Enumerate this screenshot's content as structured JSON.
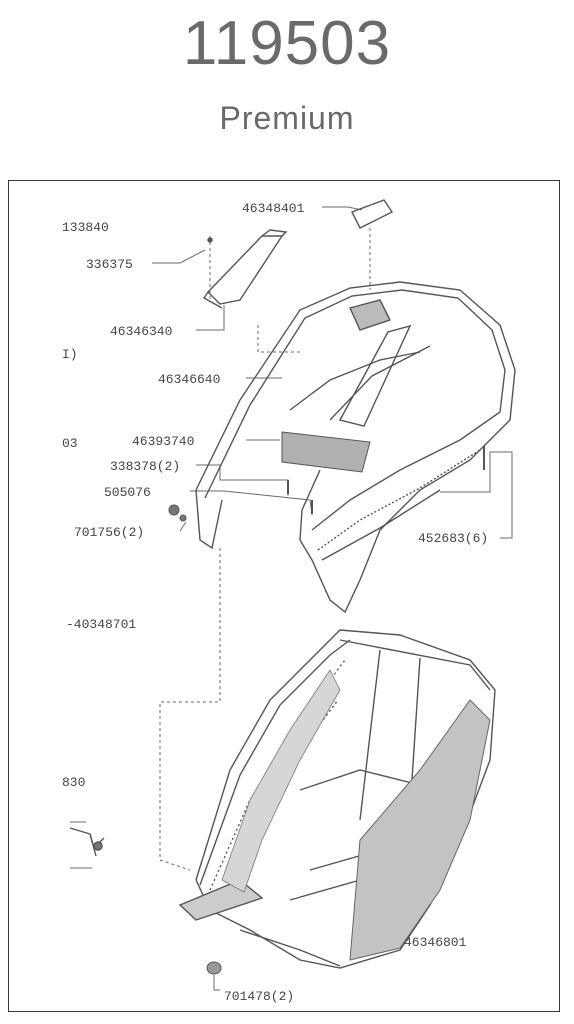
{
  "header": {
    "model_number": "119503",
    "variant": "Premium"
  },
  "left_refs": [
    "133840",
    "I)",
    "03",
    "830"
  ],
  "parts": [
    {
      "id": "p1",
      "number": "46348401"
    },
    {
      "id": "p2",
      "number": "336375"
    },
    {
      "id": "p3",
      "number": "46346340"
    },
    {
      "id": "p4",
      "number": "46346640"
    },
    {
      "id": "p5",
      "number": "46393740"
    },
    {
      "id": "p6",
      "number": "338378(2)"
    },
    {
      "id": "p7",
      "number": "505076"
    },
    {
      "id": "p8",
      "number": "701756(2)"
    },
    {
      "id": "p9",
      "number": "452683(6)"
    },
    {
      "id": "p10",
      "number": "-40348701"
    },
    {
      "id": "p11",
      "number": "46346801"
    },
    {
      "id": "p12",
      "number": "701478(2)"
    }
  ]
}
